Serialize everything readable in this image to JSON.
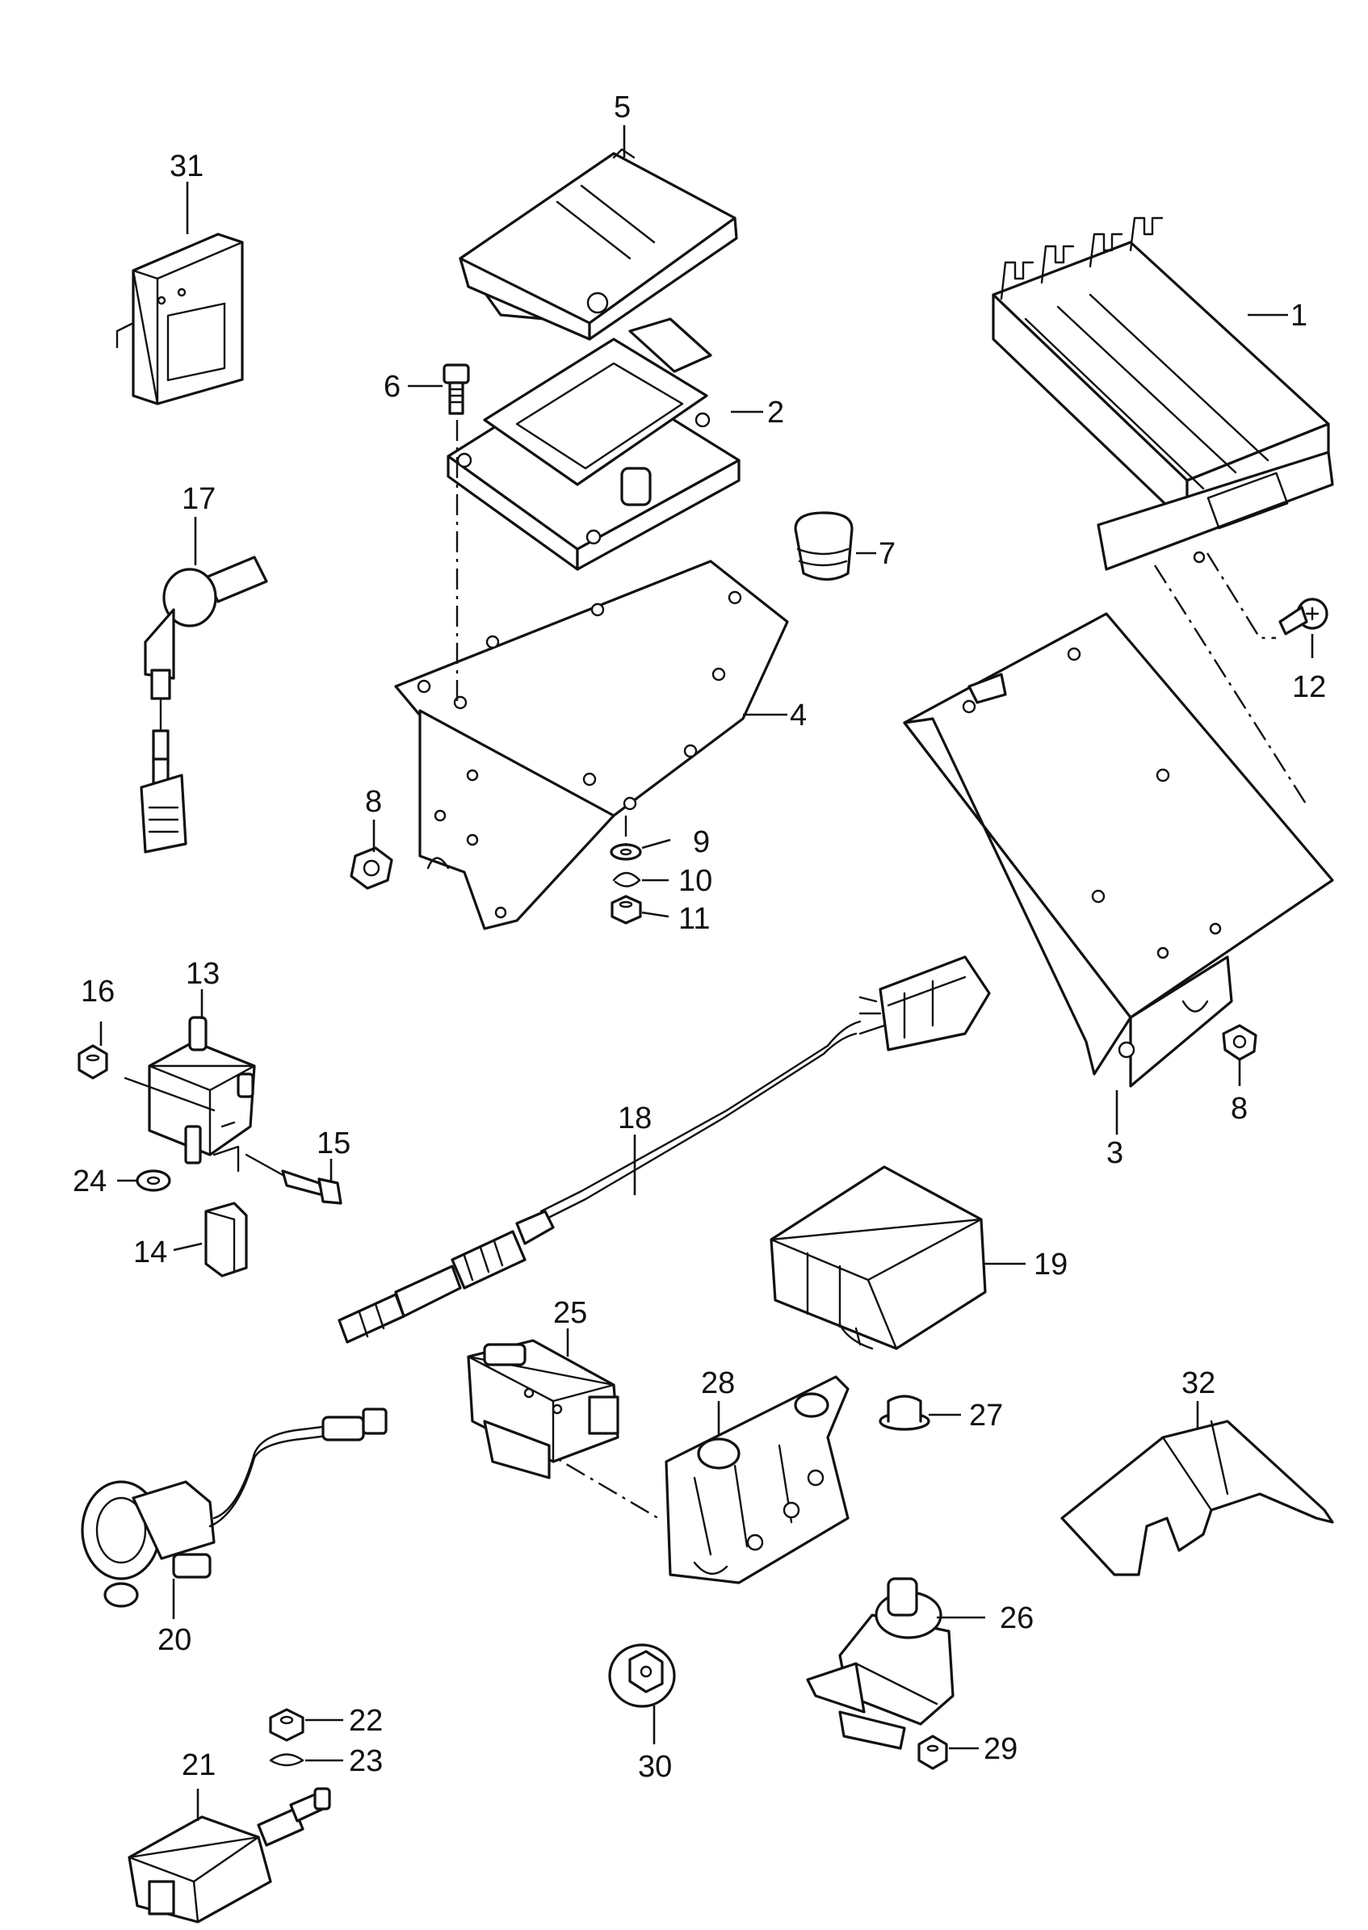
{
  "diagram": {
    "callouts": [
      {
        "id": "1",
        "label": "1"
      },
      {
        "id": "2",
        "label": "2"
      },
      {
        "id": "3",
        "label": "3"
      },
      {
        "id": "4",
        "label": "4"
      },
      {
        "id": "5",
        "label": "5"
      },
      {
        "id": "6",
        "label": "6"
      },
      {
        "id": "7",
        "label": "7"
      },
      {
        "id": "8a",
        "label": "8"
      },
      {
        "id": "8b",
        "label": "8"
      },
      {
        "id": "9",
        "label": "9"
      },
      {
        "id": "10",
        "label": "10"
      },
      {
        "id": "11",
        "label": "11"
      },
      {
        "id": "12",
        "label": "12"
      },
      {
        "id": "13",
        "label": "13"
      },
      {
        "id": "14",
        "label": "14"
      },
      {
        "id": "15",
        "label": "15"
      },
      {
        "id": "16",
        "label": "16"
      },
      {
        "id": "17",
        "label": "17"
      },
      {
        "id": "18",
        "label": "18"
      },
      {
        "id": "19",
        "label": "19"
      },
      {
        "id": "20",
        "label": "20"
      },
      {
        "id": "21",
        "label": "21"
      },
      {
        "id": "22",
        "label": "22"
      },
      {
        "id": "23",
        "label": "23"
      },
      {
        "id": "24",
        "label": "24"
      },
      {
        "id": "25",
        "label": "25"
      },
      {
        "id": "26",
        "label": "26"
      },
      {
        "id": "27",
        "label": "27"
      },
      {
        "id": "28",
        "label": "28"
      },
      {
        "id": "29",
        "label": "29"
      },
      {
        "id": "30",
        "label": "30"
      },
      {
        "id": "31",
        "label": "31"
      },
      {
        "id": "32",
        "label": "32"
      }
    ]
  }
}
